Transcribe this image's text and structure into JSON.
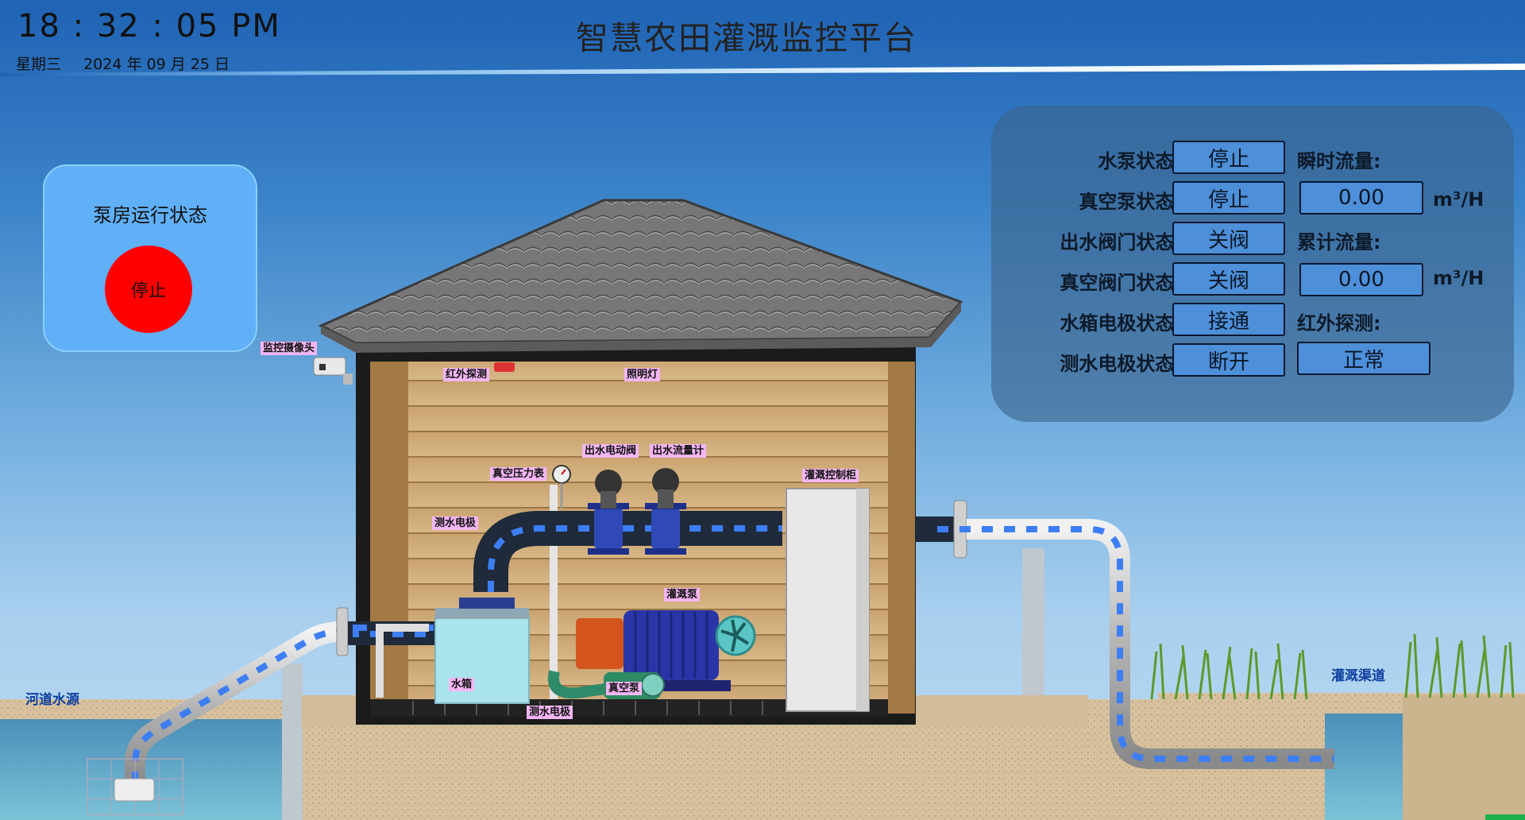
{
  "header": {
    "clock": "18 : 32 : 05  PM",
    "weekday": "星期三",
    "date": "2024 年 09 月 25 日",
    "title": "智慧农田灌溉监控平台"
  },
  "status_card": {
    "label": "泵房运行状态",
    "state": "停止",
    "state_color": "#ff0000"
  },
  "panel": {
    "pump_label": "水泵状态:",
    "pump_value": "停止",
    "vacuum_pump_label": "真空泵状态:",
    "vacuum_pump_value": "停止",
    "outlet_valve_label": "出水阀门状态:",
    "outlet_valve_value": "关阀",
    "vacuum_valve_label": "真空阀门状态:",
    "vacuum_valve_value": "关阀",
    "tank_electrode_label": "水箱电极状态:",
    "tank_electrode_value": "接通",
    "water_electrode_label": "测水电极状态:",
    "water_electrode_value": "断开",
    "instant_flow_label": "瞬时流量:",
    "instant_flow_value": "0.00",
    "instant_flow_unit": "m³/H",
    "total_flow_label": "累计流量:",
    "total_flow_value": "0.00",
    "total_flow_unit": "m³/H",
    "infrared_label": "红外探测:",
    "infrared_value": "正常"
  },
  "scene_labels": {
    "camera": "监控摄像头",
    "infrared": "红外探测",
    "light": "照明灯",
    "outlet_valve": "出水电动阀",
    "outlet_flowmeter": "出水流量计",
    "vacuum_gauge": "真空压力表",
    "cabinet": "灌溉控制柜",
    "water_electrode_top": "测水电极",
    "irrigation_pump": "灌溉泵",
    "tank": "水箱",
    "vacuum_pump": "真空泵",
    "water_electrode_bottom": "测水电极",
    "river": "河道水源",
    "canal": "灌溉渠道"
  }
}
